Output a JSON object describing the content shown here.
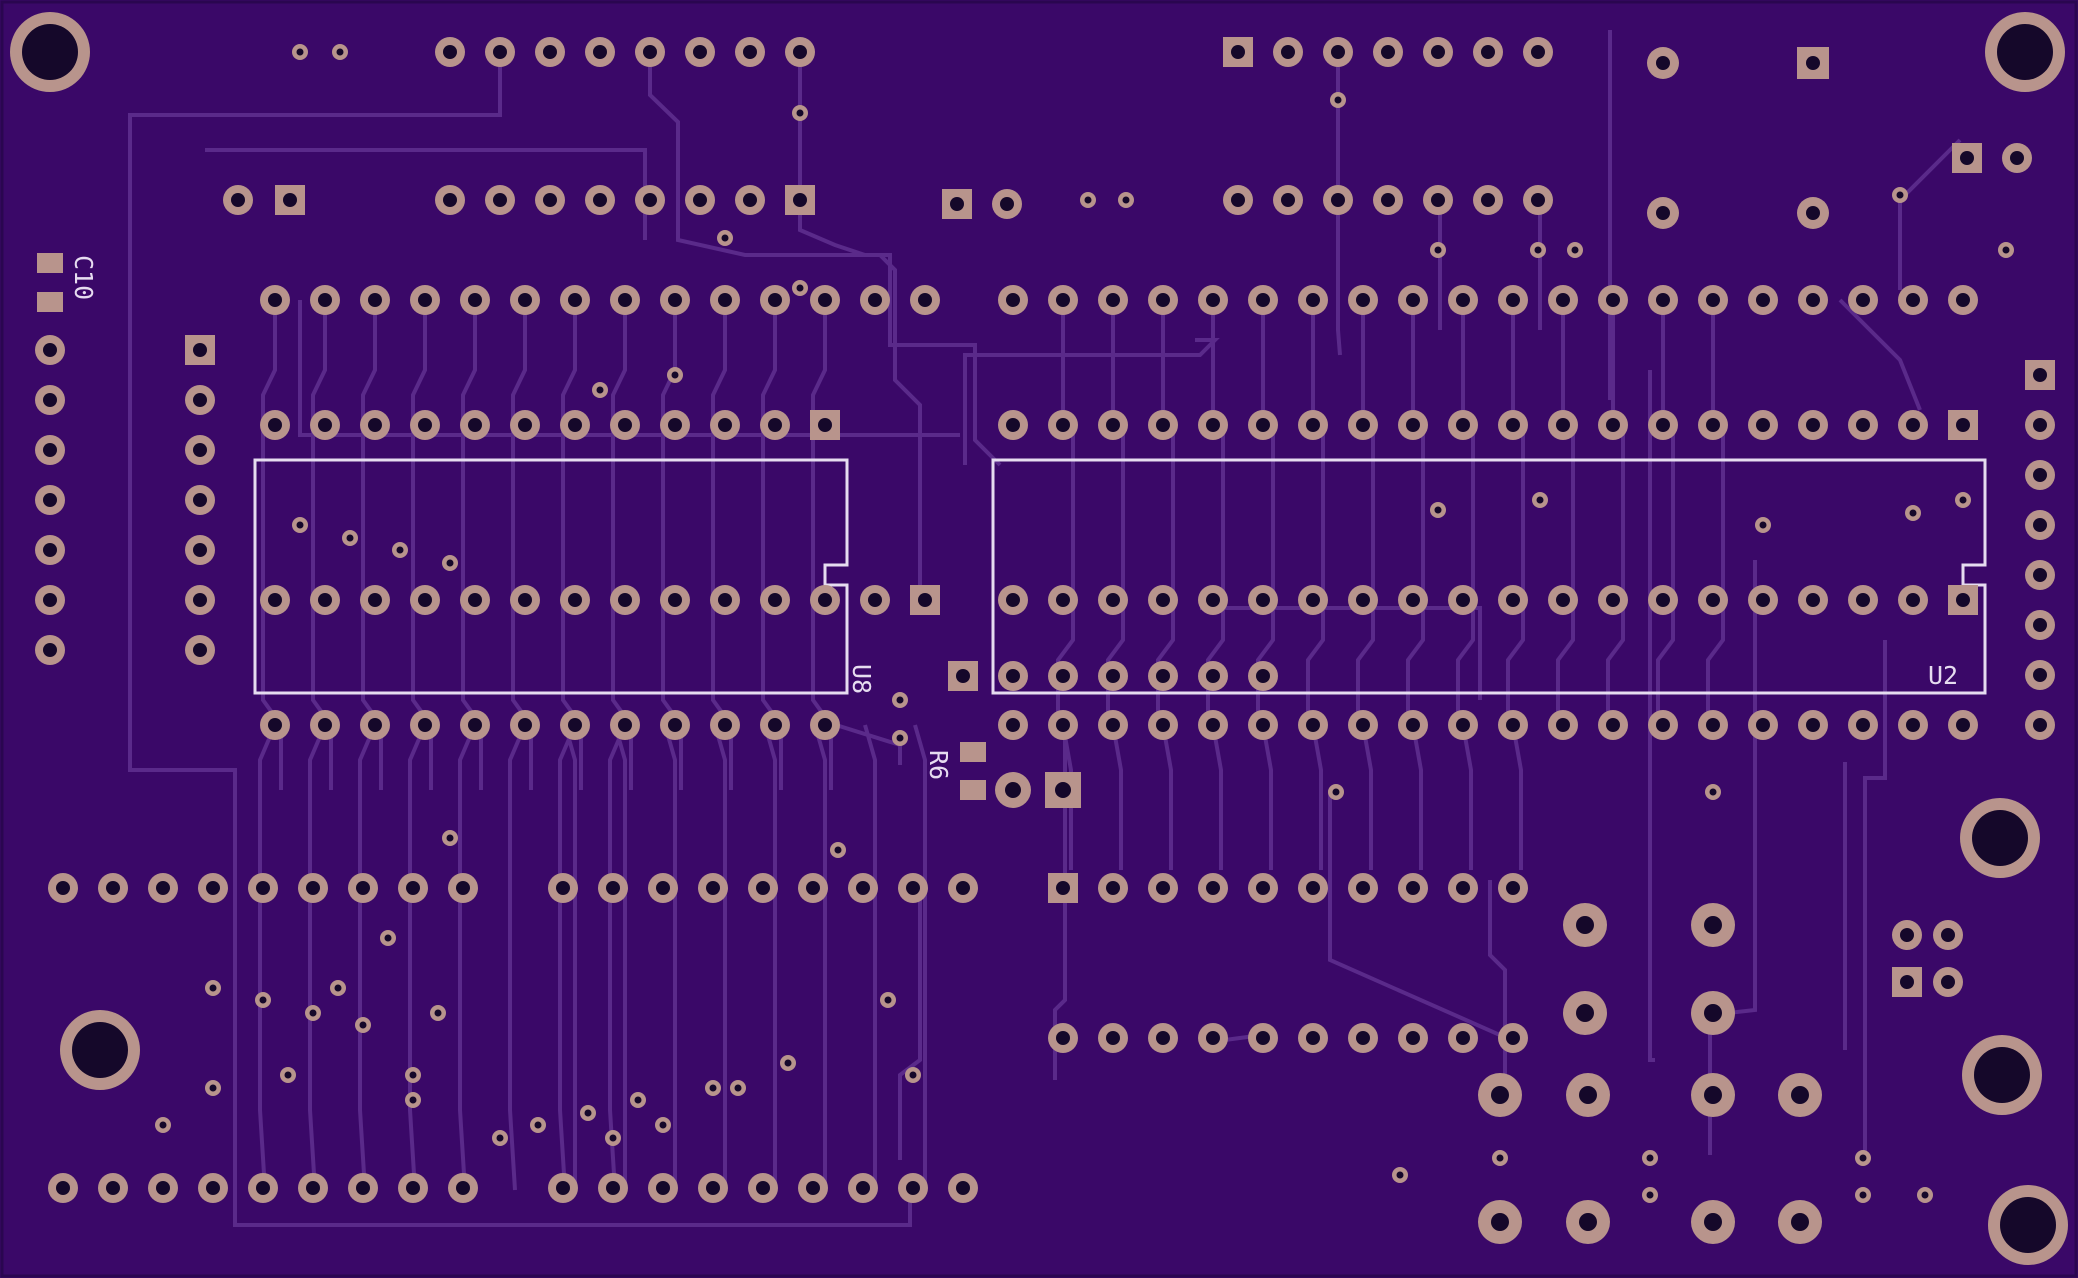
{
  "board": {
    "background": "#3a0868",
    "trace_color": "#5a2a8a",
    "pad_color": "#b8948c",
    "hole_color": "#15082a",
    "silk_color": "#e6dcf0"
  },
  "labels": {
    "u8": "U8",
    "u2": "U2",
    "c10": "C10",
    "r6": "R6"
  }
}
